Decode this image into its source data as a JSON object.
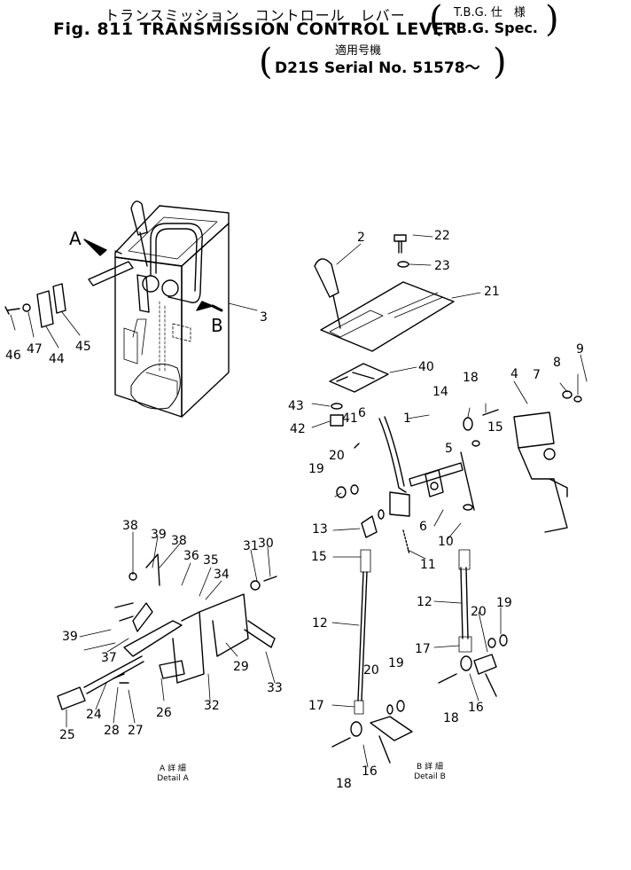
{
  "header": {
    "title_jp": "トランスミッション　コントロール　レバー",
    "title_en": "Fig. 811 TRANSMISSION CONTROL LEVER",
    "spec_jp": "T.B.G. 仕　様",
    "spec_en": "T.B.G. Spec.",
    "applicable_jp": "適用号機",
    "serial": "D21S Serial No. 51578～"
  },
  "details": {
    "a_jp": "A 詳 細",
    "a_en": "Detail A",
    "b_jp": "B 詳 細",
    "b_en": "Detail B"
  },
  "view_labels": {
    "a": "A",
    "b": "B"
  },
  "callouts": [
    "1",
    "2",
    "3",
    "4",
    "5",
    "6",
    "6",
    "7",
    "8",
    "9",
    "10",
    "11",
    "12",
    "12",
    "13",
    "14",
    "15",
    "15",
    "16",
    "16",
    "17",
    "17",
    "18",
    "18",
    "18",
    "19",
    "19",
    "19",
    "20",
    "20",
    "20",
    "21",
    "22",
    "23",
    "24",
    "25",
    "26",
    "27",
    "28",
    "29",
    "30",
    "31",
    "32",
    "33",
    "34",
    "35",
    "36",
    "37",
    "38",
    "38",
    "39",
    "39",
    "40",
    "41",
    "42",
    "43",
    "44",
    "45",
    "46",
    "47"
  ]
}
